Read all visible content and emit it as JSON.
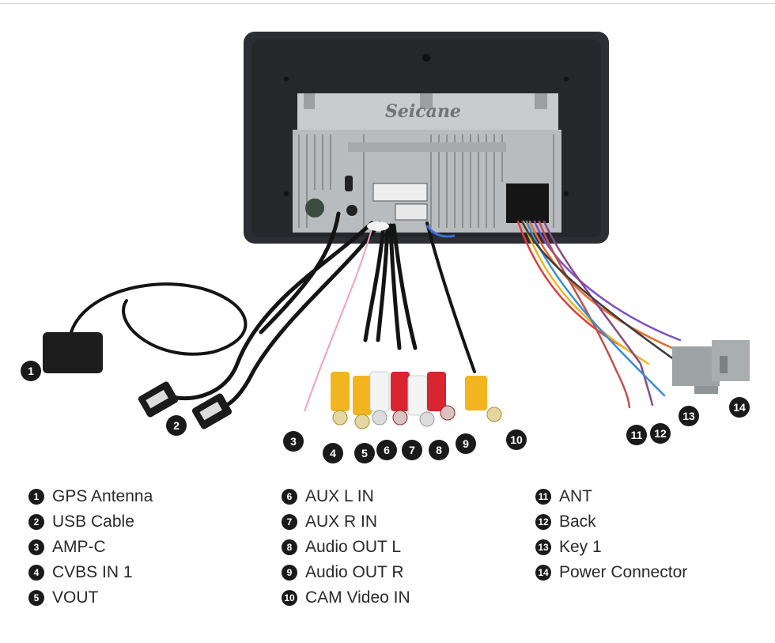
{
  "brand": "Seicane",
  "callouts": [
    "1",
    "2",
    "3",
    "4",
    "5",
    "6",
    "7",
    "8",
    "9",
    "10",
    "11",
    "12",
    "13",
    "14"
  ],
  "legend": {
    "col1": [
      {
        "num": "1",
        "label": "GPS Antenna"
      },
      {
        "num": "2",
        "label": "USB Cable"
      },
      {
        "num": "3",
        "label": "AMP-C"
      },
      {
        "num": "4",
        "label": "CVBS IN 1"
      },
      {
        "num": "5",
        "label": "VOUT"
      }
    ],
    "col2": [
      {
        "num": "6",
        "label": "AUX L IN"
      },
      {
        "num": "7",
        "label": "AUX R IN"
      },
      {
        "num": "8",
        "label": "Audio OUT L"
      },
      {
        "num": "9",
        "label": "Audio OUT R"
      },
      {
        "num": "10",
        "label": "CAM Video IN"
      }
    ],
    "col3": [
      {
        "num": "11",
        "label": "ANT"
      },
      {
        "num": "12",
        "label": "Back"
      },
      {
        "num": "13",
        "label": "Key 1"
      },
      {
        "num": "14",
        "label": "Power Connector"
      }
    ]
  },
  "colors": {
    "bezel": "#2b2f33",
    "chassis": "#b9bcbe",
    "rca_yellow": "#f2b51f",
    "rca_red": "#d8252f",
    "rca_white": "#f4f4f4",
    "connector_gray": "#9ea3a6"
  }
}
